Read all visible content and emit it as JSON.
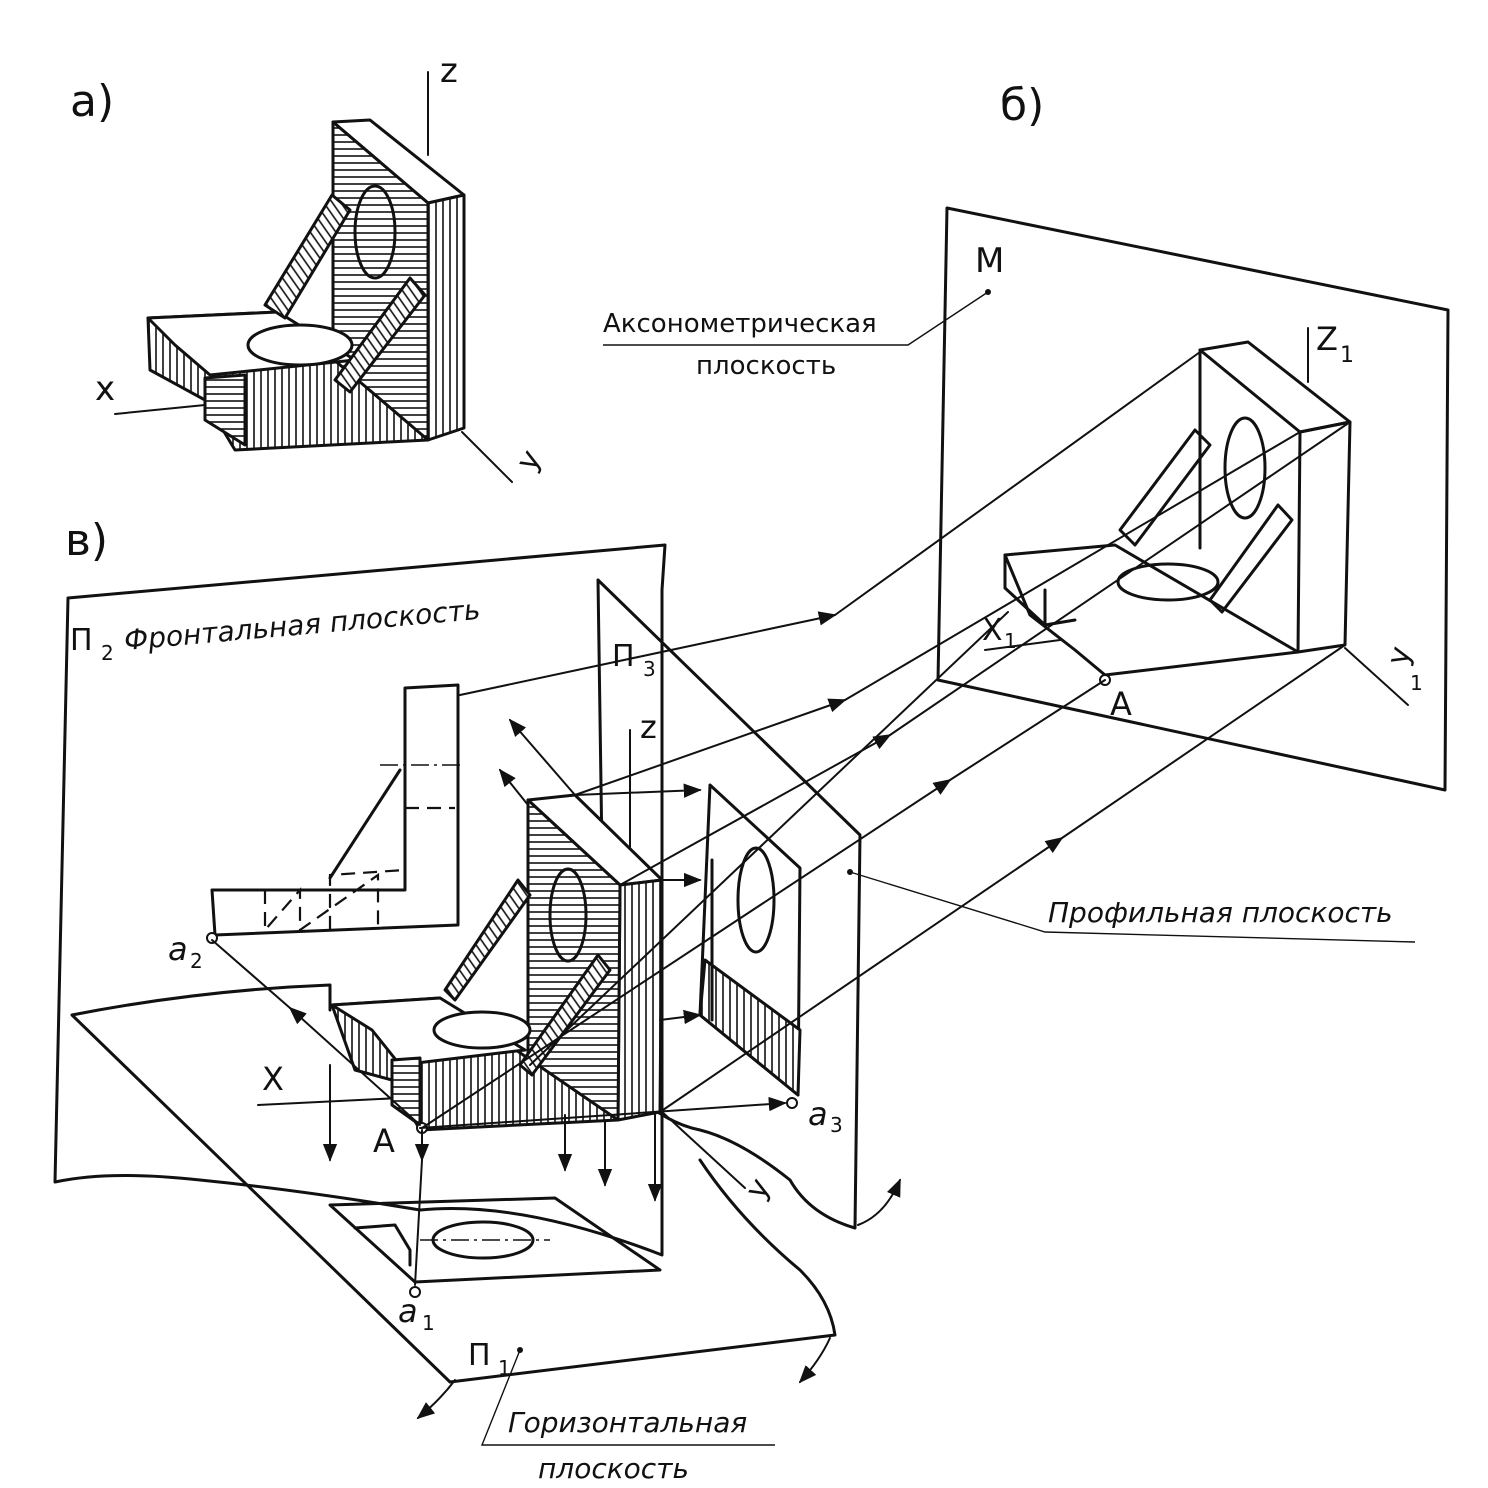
{
  "figure_a": {
    "label": "а)",
    "axis_x": "x",
    "axis_y": "y",
    "axis_z": "z"
  },
  "figure_b": {
    "label": "б)",
    "plane_name": "М",
    "plane_caption_line1": "Аксонометрическая",
    "plane_caption_line2": "плоскость",
    "axis_x": "X",
    "axis_x_sub": "1",
    "axis_y": "y",
    "axis_y_sub": "1",
    "axis_z": "Z",
    "axis_z_sub": "1",
    "point": "A"
  },
  "figure_v": {
    "label": "в)",
    "frontal_plane_symbol": "П",
    "frontal_plane_sub": "2",
    "frontal_plane_caption": "Фронтальная плоскость",
    "profile_plane_symbol": "П",
    "profile_plane_sub": "3",
    "profile_plane_caption": "Профильная плоскость",
    "horizontal_plane_symbol": "П",
    "horizontal_plane_sub": "1",
    "horizontal_plane_caption_line1": "Горизонтальная",
    "horizontal_plane_caption_line2": "плоскость",
    "axis_x": "X",
    "axis_y": "y",
    "axis_z": "z",
    "point_A": "A",
    "point_a1": "a",
    "point_a1_sub": "1",
    "point_a2": "a",
    "point_a2_sub": "2",
    "point_a3": "a",
    "point_a3_sub": "3"
  }
}
